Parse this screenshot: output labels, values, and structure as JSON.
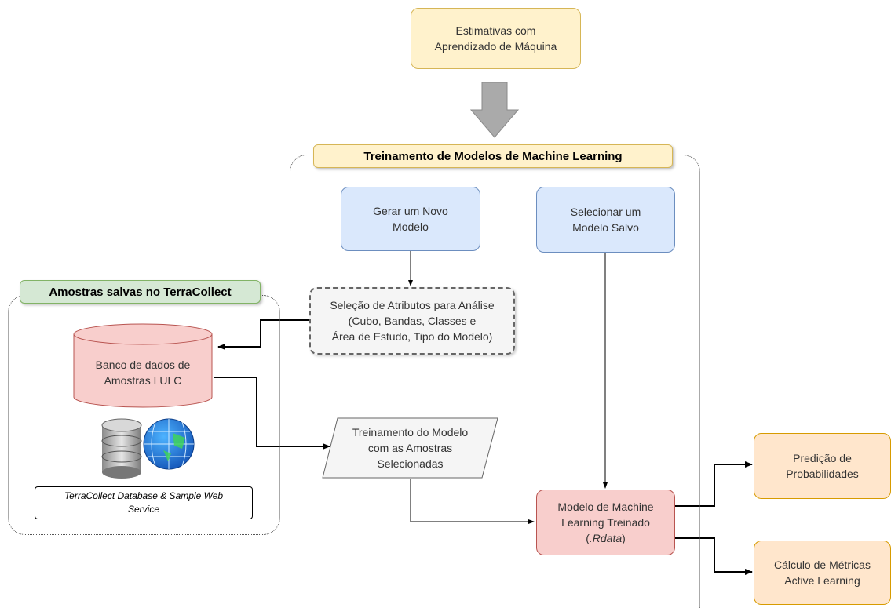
{
  "top_box": "Estimativas com\nAprendizado de Máquina",
  "training_group": {
    "title": "Treinamento de Modelos de Machine Learning",
    "new_model": "Gerar um Novo\nModelo",
    "saved_model": "Selecionar um\nModelo Salvo",
    "attributes": "Seleção de Atributos para Análise\n(Cubo, Bandas, Classes e\nÁrea de Estudo, Tipo do Modelo)",
    "training": "Treinamento do Modelo\ncom as Amostras\nSelecionadas",
    "trained_model_line1": "Modelo de Machine",
    "trained_model_line2": "Learning Treinado",
    "trained_model_ext": ".Rdata"
  },
  "samples_group": {
    "title": "Amostras salvas no TerraCollect",
    "database": "Banco de dados de\nAmostras LULC",
    "service_caption": "TerraCollect Database & Sample Web\nService"
  },
  "outputs": {
    "prediction": "Predição de\nProbabilidades",
    "metrics": "Cálculo de Métricas\nActive Learning"
  },
  "colors": {
    "yellow": "#fff2cc",
    "blue": "#dae8fc",
    "red": "#f8cecc",
    "orange": "#ffe6cc",
    "green": "#d5e8d4",
    "gray": "#f5f5f5"
  }
}
